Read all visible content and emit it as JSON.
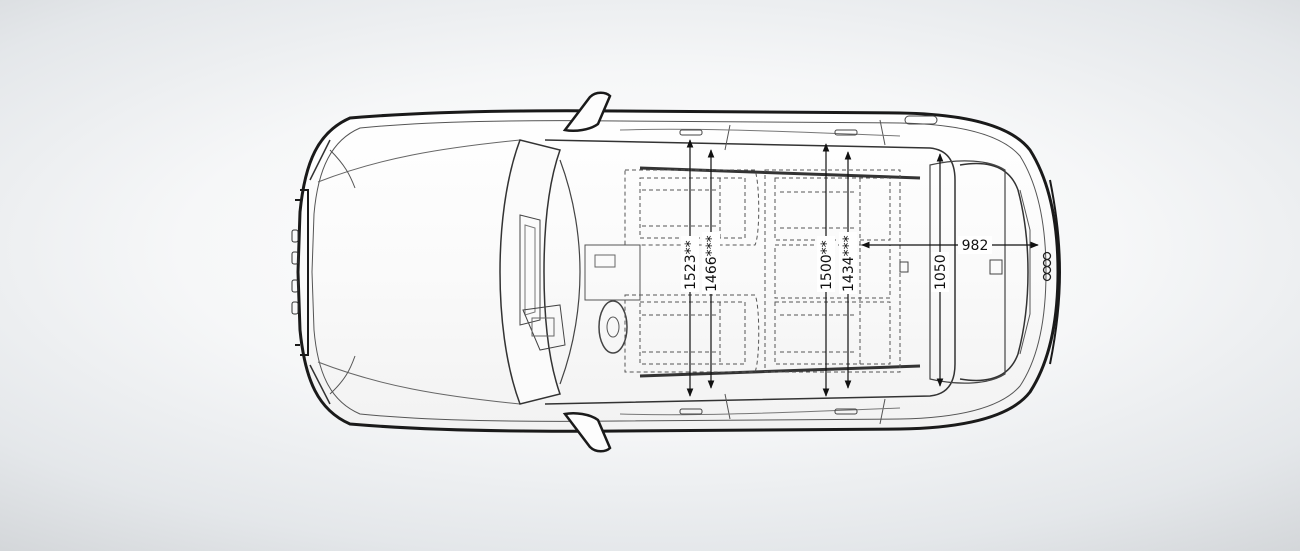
{
  "dimensions": {
    "front_shoulder_width": "1523**",
    "front_elbow_width": "1466***",
    "rear_shoulder_width": "1500**",
    "rear_elbow_width": "1434***",
    "cargo_width": "1050",
    "cargo_length": "982"
  },
  "colors": {
    "outline": "#1a1a1a",
    "detail": "#6a6a6a",
    "dimension": "#111111"
  }
}
